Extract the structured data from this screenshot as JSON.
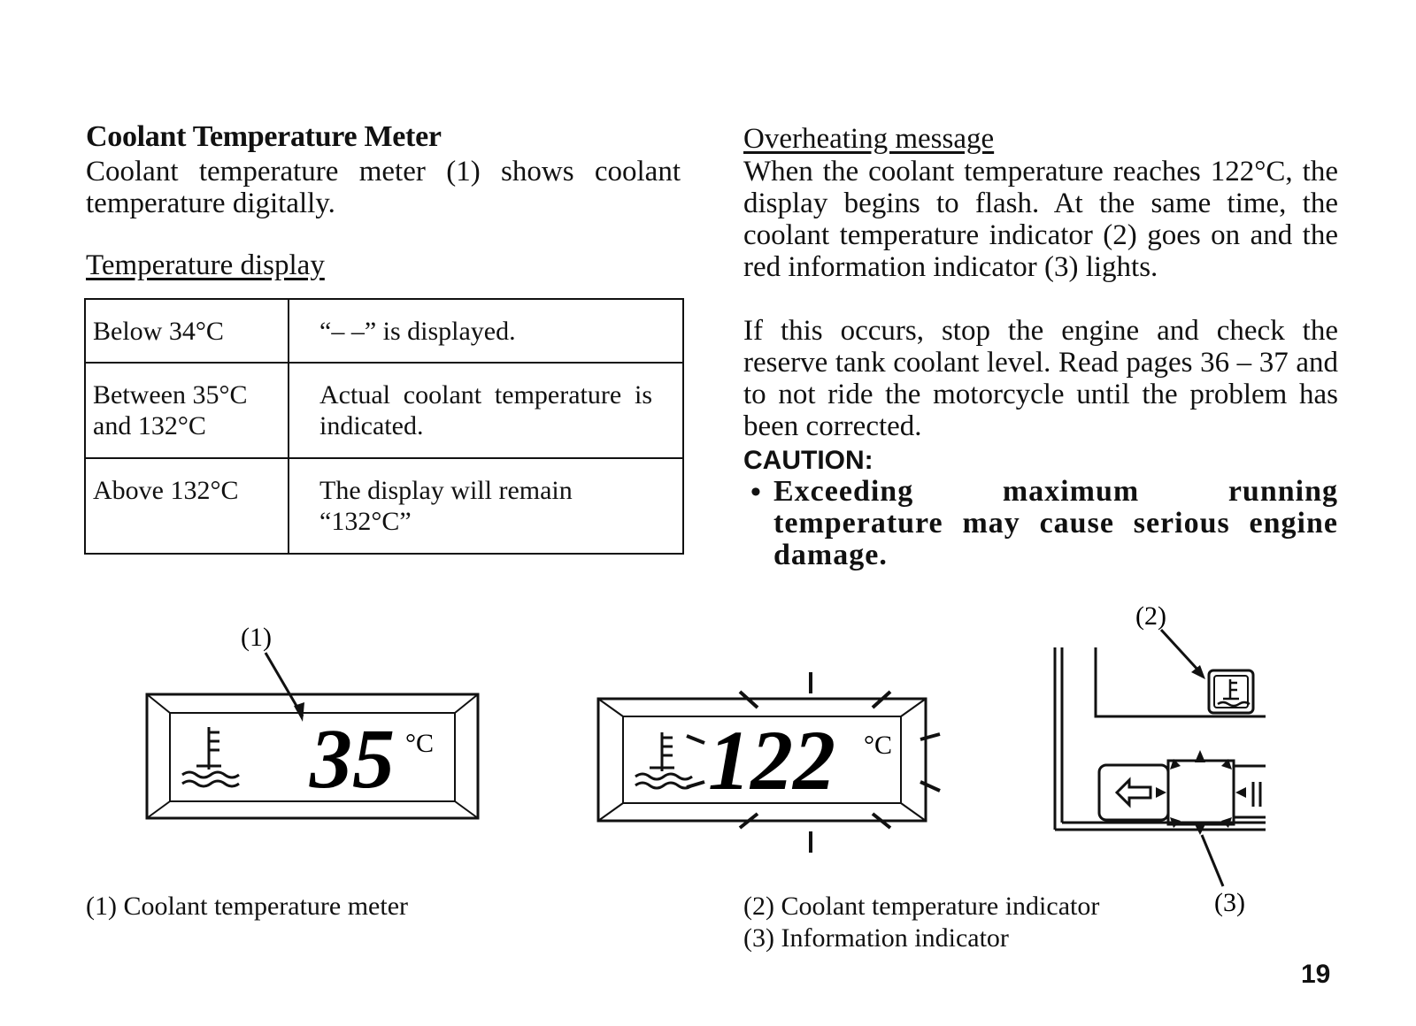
{
  "left": {
    "heading": "Coolant Temperature Meter",
    "intro": "Coolant temperature meter (1) shows coolant temperature digitally.",
    "subheading": "Temperature display",
    "table": [
      [
        "Below 34°C",
        "“– –” is displayed."
      ],
      [
        "Between 35°C and 132°C",
        "Actual coolant temperature is indicated."
      ],
      [
        "Above 132°C",
        "The display will remain “132°C”"
      ]
    ]
  },
  "right": {
    "subheading": "Overheating message",
    "para1": "When the coolant temperature reaches 122°C, the display begins to flash. At the same time, the coolant temperature indicator (2) goes on and the red information indicator (3) lights.",
    "para2": "If this occurs, stop the engine and check the reserve tank coolant level. Read pages 36 – 37 and to not ride the motorcycle until the problem has been corrected.",
    "caution_label": "CAUTION:",
    "bullet": "•",
    "caution_text": "Exceeding maximum running temperature may cause serious engine damage."
  },
  "figures": {
    "callout1": "(1)",
    "callout2": "(2)",
    "callout3": "(3)",
    "display1_value": "35",
    "display2_value": "122",
    "unit": "°C",
    "caption1": "(1)  Coolant temperature meter",
    "caption2": "(2)  Coolant temperature indicator",
    "caption3": "(3)  Information indicator"
  },
  "icons": [
    "coolant-temperature-icon",
    "left-arrow-icon",
    "right-arrow-icon"
  ],
  "page_number": "19"
}
